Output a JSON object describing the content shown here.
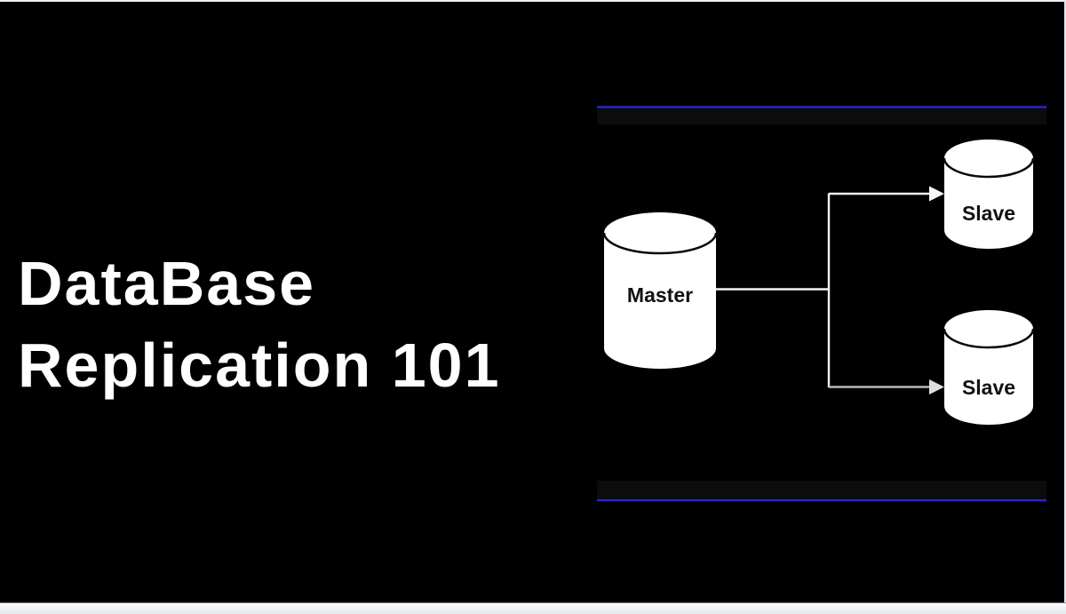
{
  "page": {
    "background_color": "#000000",
    "top_edge_color": "#f0f1f4",
    "bottom_strip_color": "#e6e8ec",
    "right_edge_color": "#e3e5e9"
  },
  "title": {
    "line1": "DataBase",
    "line2": "Replication 101",
    "color": "#ffffff"
  },
  "diagram": {
    "accent_line_color": "#2727c9",
    "node_fill_color": "#ffffff",
    "node_label_color": "#111111",
    "connector_color": "#f2f2f2",
    "connector_secondary_color": "#b8b8b8",
    "nodes": [
      {
        "id": "master",
        "label": "Master",
        "type": "database-cylinder"
      },
      {
        "id": "slave-top",
        "label": "Slave",
        "type": "database-cylinder"
      },
      {
        "id": "slave-bottom",
        "label": "Slave",
        "type": "database-cylinder"
      }
    ],
    "edges": [
      {
        "from": "master",
        "to": "slave-top"
      },
      {
        "from": "master",
        "to": "slave-bottom"
      }
    ]
  }
}
